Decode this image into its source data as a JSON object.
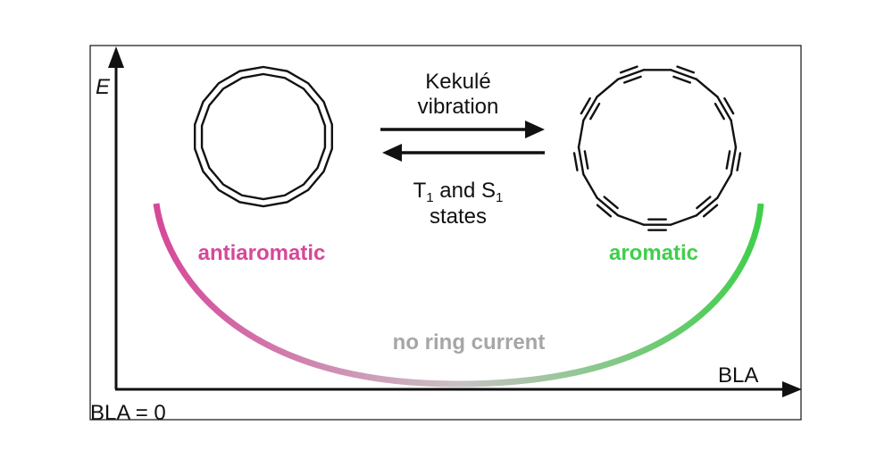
{
  "axes": {
    "y_label": "E",
    "x_label": "BLA",
    "origin_label": "BLA = 0"
  },
  "arrows": {
    "forward_line1": "Kekulé",
    "forward_line2": "vibration",
    "backward_line1_main": "T",
    "backward_line1_sub1": "1",
    "backward_line1_mid": " and S",
    "backward_line1_sub2": "1",
    "backward_line2": "states"
  },
  "molecules": {
    "left_label": "antiaromatic",
    "right_label": "aromatic",
    "ring_size": 18
  },
  "curve": {
    "label": "no ring current"
  },
  "colors": {
    "antiaromatic": "#d6489a",
    "aromatic": "#3fcf4b",
    "gray_text": "#a6a6a6",
    "ink": "#111111"
  }
}
